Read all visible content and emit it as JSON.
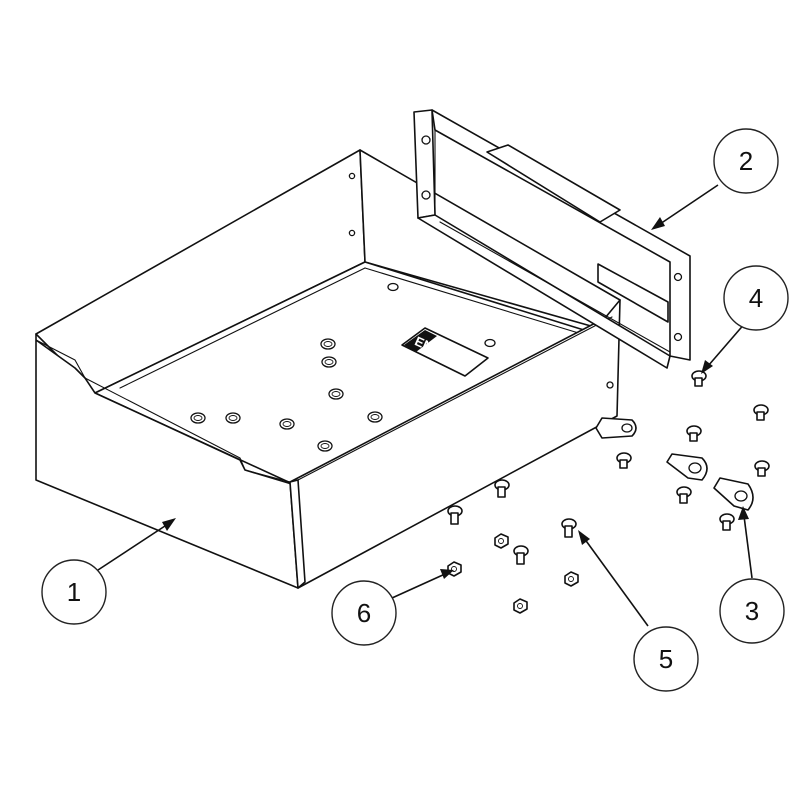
{
  "balloons": {
    "tray": "1",
    "bracket": "2",
    "clip": "3",
    "small_screw": "4",
    "screw": "5",
    "nut": "6"
  },
  "logo_plate": "ENS",
  "icons": {
    "leader": "arrow-leader-icon",
    "fastener": "hex-head-screw-icon"
  }
}
